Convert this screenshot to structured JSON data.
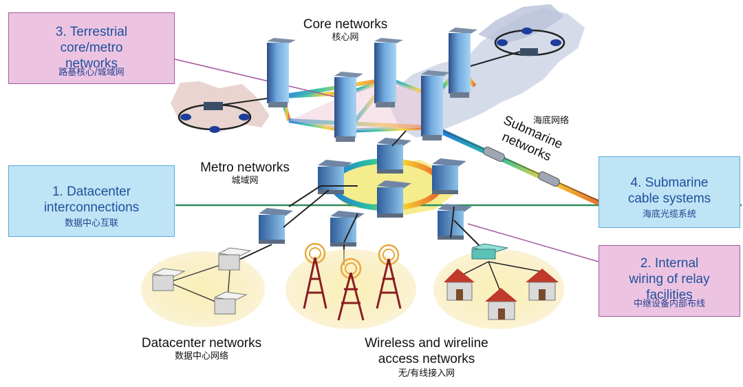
{
  "labels": {
    "core_en": "Core networks",
    "core_zh": "核心网",
    "metro_en": "Metro networks",
    "metro_zh": "城域网",
    "submarine_zh": "海底网络",
    "submarine_en_1": "Submarine",
    "submarine_en_2": "networks",
    "datacenter_en": "Datacenter networks",
    "datacenter_zh": "数据中心网络",
    "access_en_1": "Wireless and wireline",
    "access_en_2": "access networks",
    "access_zh": "无/有线接入网"
  },
  "callouts": {
    "terrestrial": {
      "line1": "3. Terrestrial",
      "line2": "core/metro",
      "line3": "networks",
      "zh": "路基核心/城域网",
      "color": "#ecc4e2"
    },
    "datacenter": {
      "line1": "1. Datacenter",
      "line2": "interconnections",
      "zh": "数据中心互联",
      "color": "#bfe4f6"
    },
    "submarine": {
      "line1": "4. Submarine",
      "line2": "cable systems",
      "zh": "海底光缆系统",
      "color": "#bfe4f6"
    },
    "internal": {
      "line1": "2. Internal",
      "line2": "wiring of relay",
      "line3": "facilities",
      "zh": "中继设备内部布线",
      "color": "#ecc4e2"
    }
  },
  "icons": [
    "building-icon",
    "server-icon",
    "antenna-tower-icon",
    "house-icon",
    "router-icon",
    "cable-repeater-icon",
    "map-icon"
  ]
}
